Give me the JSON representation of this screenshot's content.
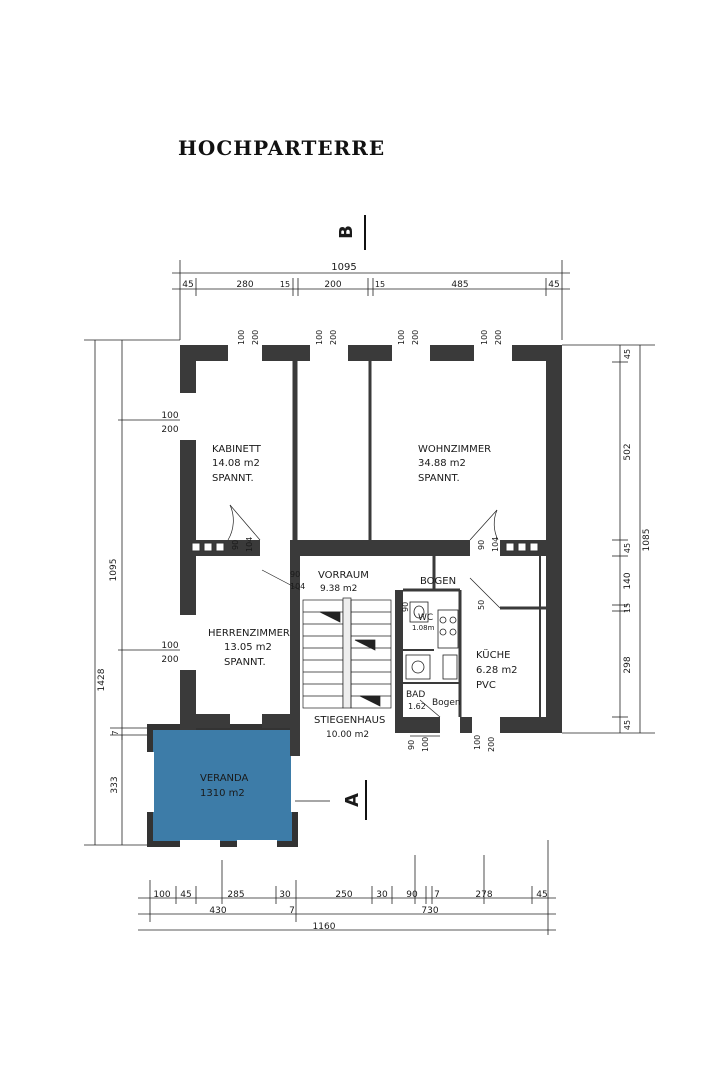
{
  "title": "HOCHPARTERRE",
  "section_markers": {
    "top": "B",
    "bottom": "A"
  },
  "colors": {
    "wall": "#3a3a3a",
    "veranda": "#3d7ca8",
    "line": "#1a1a1a"
  },
  "rooms": {
    "kabinett": {
      "name": "KABINETT",
      "area": "14.08 m2",
      "floor": "SPANNT."
    },
    "wohnzimmer": {
      "name": "WOHNZIMMER",
      "area": "34.88 m2",
      "floor": "SPANNT."
    },
    "vorraum": {
      "name": "VORRAUM",
      "area": "9.38 m2"
    },
    "bogen_top": {
      "name": "BOGEN"
    },
    "wc": {
      "name": "WC",
      "area": "1.08m"
    },
    "herrenzimmer": {
      "name": "HERRENZIMMER",
      "area": "13.05 m2",
      "floor": "SPANNT."
    },
    "kueche": {
      "name": "KÜCHE",
      "area": "6.28 m2",
      "floor": "PVC"
    },
    "bad": {
      "name": "BAD",
      "area": "1.62"
    },
    "bogen_bottom": {
      "name": "Bogen"
    },
    "stiegenhaus": {
      "name": "STIEGENHAUS",
      "area": "10.00 m2"
    },
    "veranda": {
      "name": "VERANDA",
      "area": "1310 m2"
    }
  },
  "dims_top": {
    "total": "1095",
    "segments": [
      "45",
      "280",
      "15",
      "200",
      "15",
      "485",
      "45"
    ]
  },
  "window_dims": {
    "a": "100",
    "b": "200"
  },
  "door_dims": {
    "kabinett": [
      "90",
      "104"
    ],
    "wohnzimmer": [
      "90",
      "104"
    ],
    "vorraum": [
      "90",
      "104"
    ],
    "kueche": "50",
    "bad": [
      "90",
      "100"
    ],
    "kueche_bottom": [
      "100",
      "200"
    ]
  },
  "side_window_dims": {
    "upper": [
      "100",
      "200"
    ],
    "lower": [
      "100",
      "200"
    ]
  },
  "dims_left": {
    "total": "1428",
    "inner": "1095",
    "small": "7",
    "veranda": "333"
  },
  "dims_right": {
    "total": "1085",
    "segments": [
      "45",
      "502",
      "45",
      "140",
      "15",
      "298",
      "45"
    ]
  },
  "dims_bottom_row1": [
    "100",
    "45",
    "285",
    "30",
    "250",
    "30",
    "90",
    "7",
    "278",
    "45"
  ],
  "dims_bottom_row2": {
    "left": "430",
    "mid": "7",
    "right": "730"
  },
  "dims_bottom_total": "1160"
}
